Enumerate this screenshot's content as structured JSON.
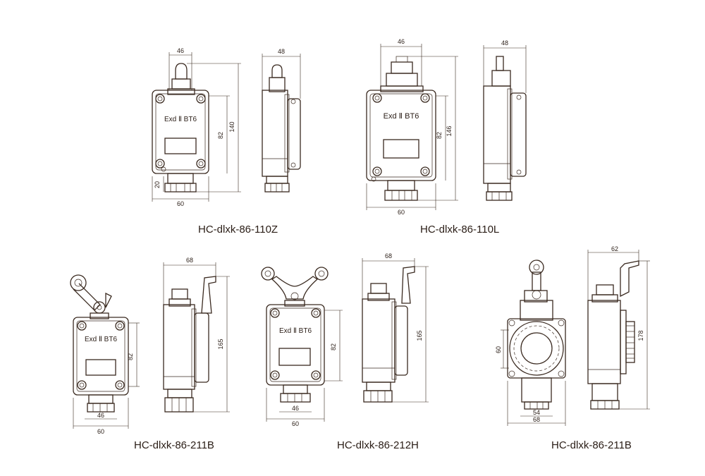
{
  "captions": {
    "d1": "HC-dlxk-86-110Z",
    "d2": "HC-dlxk-86-110L",
    "d3": "HC-dlxk-86-211B",
    "d4": "HC-dlxk-86-212H",
    "d5": "HC-dlxk-86-211B"
  },
  "labels": {
    "marking": "Exd Ⅱ BT6",
    "d1": {
      "top_width": "46",
      "side_width": "48",
      "inner_height": "82",
      "total_height": "140",
      "base_height": "20",
      "bottom_width": "60"
    },
    "d2": {
      "top_width": "46",
      "side_width": "48",
      "inner_height": "82",
      "total_height": "146",
      "bottom_width": "60"
    },
    "d3": {
      "inner_height": "82",
      "side_width": "68",
      "total_height": "165",
      "base_width": "46",
      "bottom_width": "60"
    },
    "d4": {
      "inner_height": "82",
      "side_width": "68",
      "total_height": "165",
      "base_width": "46",
      "bottom_width": "60"
    },
    "d5": {
      "side_width": "62",
      "total_height": "178",
      "flange_height": "60",
      "base_width": "54",
      "bottom_width": "68"
    }
  }
}
